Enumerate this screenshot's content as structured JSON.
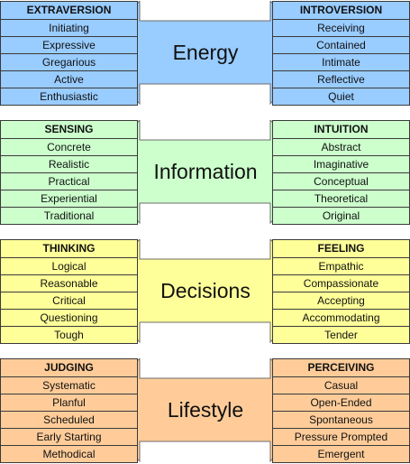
{
  "sections": [
    {
      "title": "Energy",
      "color": "#99ccff",
      "left": [
        "EXTRAVERSION",
        "Initiating",
        "Expressive",
        "Gregarious",
        "Active",
        "Enthusiastic"
      ],
      "right": [
        "INTROVERSION",
        "Receiving",
        "Contained",
        "Intimate",
        "Reflective",
        "Quiet"
      ]
    },
    {
      "title": "Information",
      "color": "#ccffcc",
      "left": [
        "SENSING",
        "Concrete",
        "Realistic",
        "Practical",
        "Experiential",
        "Traditional"
      ],
      "right": [
        "INTUITION",
        "Abstract",
        "Imaginative",
        "Conceptual",
        "Theoretical",
        "Original"
      ]
    },
    {
      "title": "Decisions",
      "color": "#ffff99",
      "left": [
        "THINKING",
        "Logical",
        "Reasonable",
        "Critical",
        "Questioning",
        "Tough"
      ],
      "right": [
        "FEELING",
        "Empathic",
        "Compassionate",
        "Accepting",
        "Accommodating",
        "Tender"
      ]
    },
    {
      "title": "Lifestyle",
      "color": "#ffcc99",
      "left": [
        "JUDGING",
        "Systematic",
        "Planful",
        "Scheduled",
        "Early Starting",
        "Methodical"
      ],
      "right": [
        "PERCEIVING",
        "Casual",
        "Open-Ended",
        "Spontaneous",
        "Pressure Prompted",
        "Emergent"
      ]
    }
  ]
}
